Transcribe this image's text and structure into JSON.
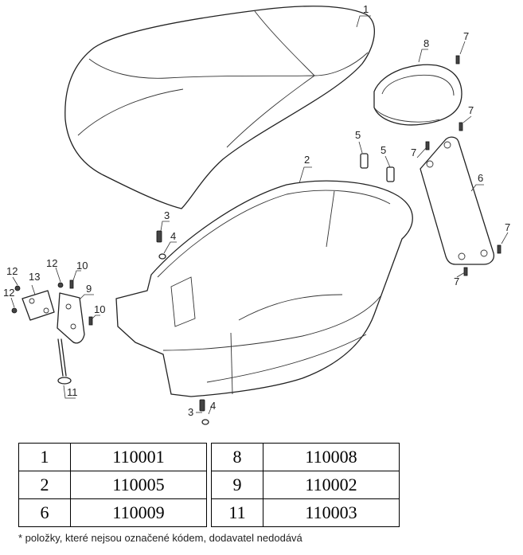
{
  "callouts": [
    {
      "id": "c1",
      "text": "1"
    },
    {
      "id": "c2",
      "text": "2"
    },
    {
      "id": "c3a",
      "text": "3"
    },
    {
      "id": "c4a",
      "text": "4"
    },
    {
      "id": "c3b",
      "text": "3"
    },
    {
      "id": "c4b",
      "text": "4"
    },
    {
      "id": "c5a",
      "text": "5"
    },
    {
      "id": "c5b",
      "text": "5"
    },
    {
      "id": "c6",
      "text": "6"
    },
    {
      "id": "c7a",
      "text": "7"
    },
    {
      "id": "c7b",
      "text": "7"
    },
    {
      "id": "c7c",
      "text": "7"
    },
    {
      "id": "c7d",
      "text": "7"
    },
    {
      "id": "c7e",
      "text": "7"
    },
    {
      "id": "c8",
      "text": "8"
    },
    {
      "id": "c9",
      "text": "9"
    },
    {
      "id": "c10a",
      "text": "10"
    },
    {
      "id": "c10b",
      "text": "10"
    },
    {
      "id": "c11",
      "text": "11"
    },
    {
      "id": "c12a",
      "text": "12"
    },
    {
      "id": "c12b",
      "text": "12"
    },
    {
      "id": "c12c",
      "text": "12"
    },
    {
      "id": "c13",
      "text": "13"
    }
  ],
  "parts_table": {
    "rows": [
      {
        "left_num": "1",
        "left_code": "110001",
        "right_num": "8",
        "right_code": "110008"
      },
      {
        "left_num": "2",
        "left_code": "110005",
        "right_num": "9",
        "right_code": "110002"
      },
      {
        "left_num": "6",
        "left_code": "110009",
        "right_num": "11",
        "right_code": "110003"
      }
    ]
  },
  "footnote": "* položky, které nejsou označené kódem, dodavatel nedodává"
}
